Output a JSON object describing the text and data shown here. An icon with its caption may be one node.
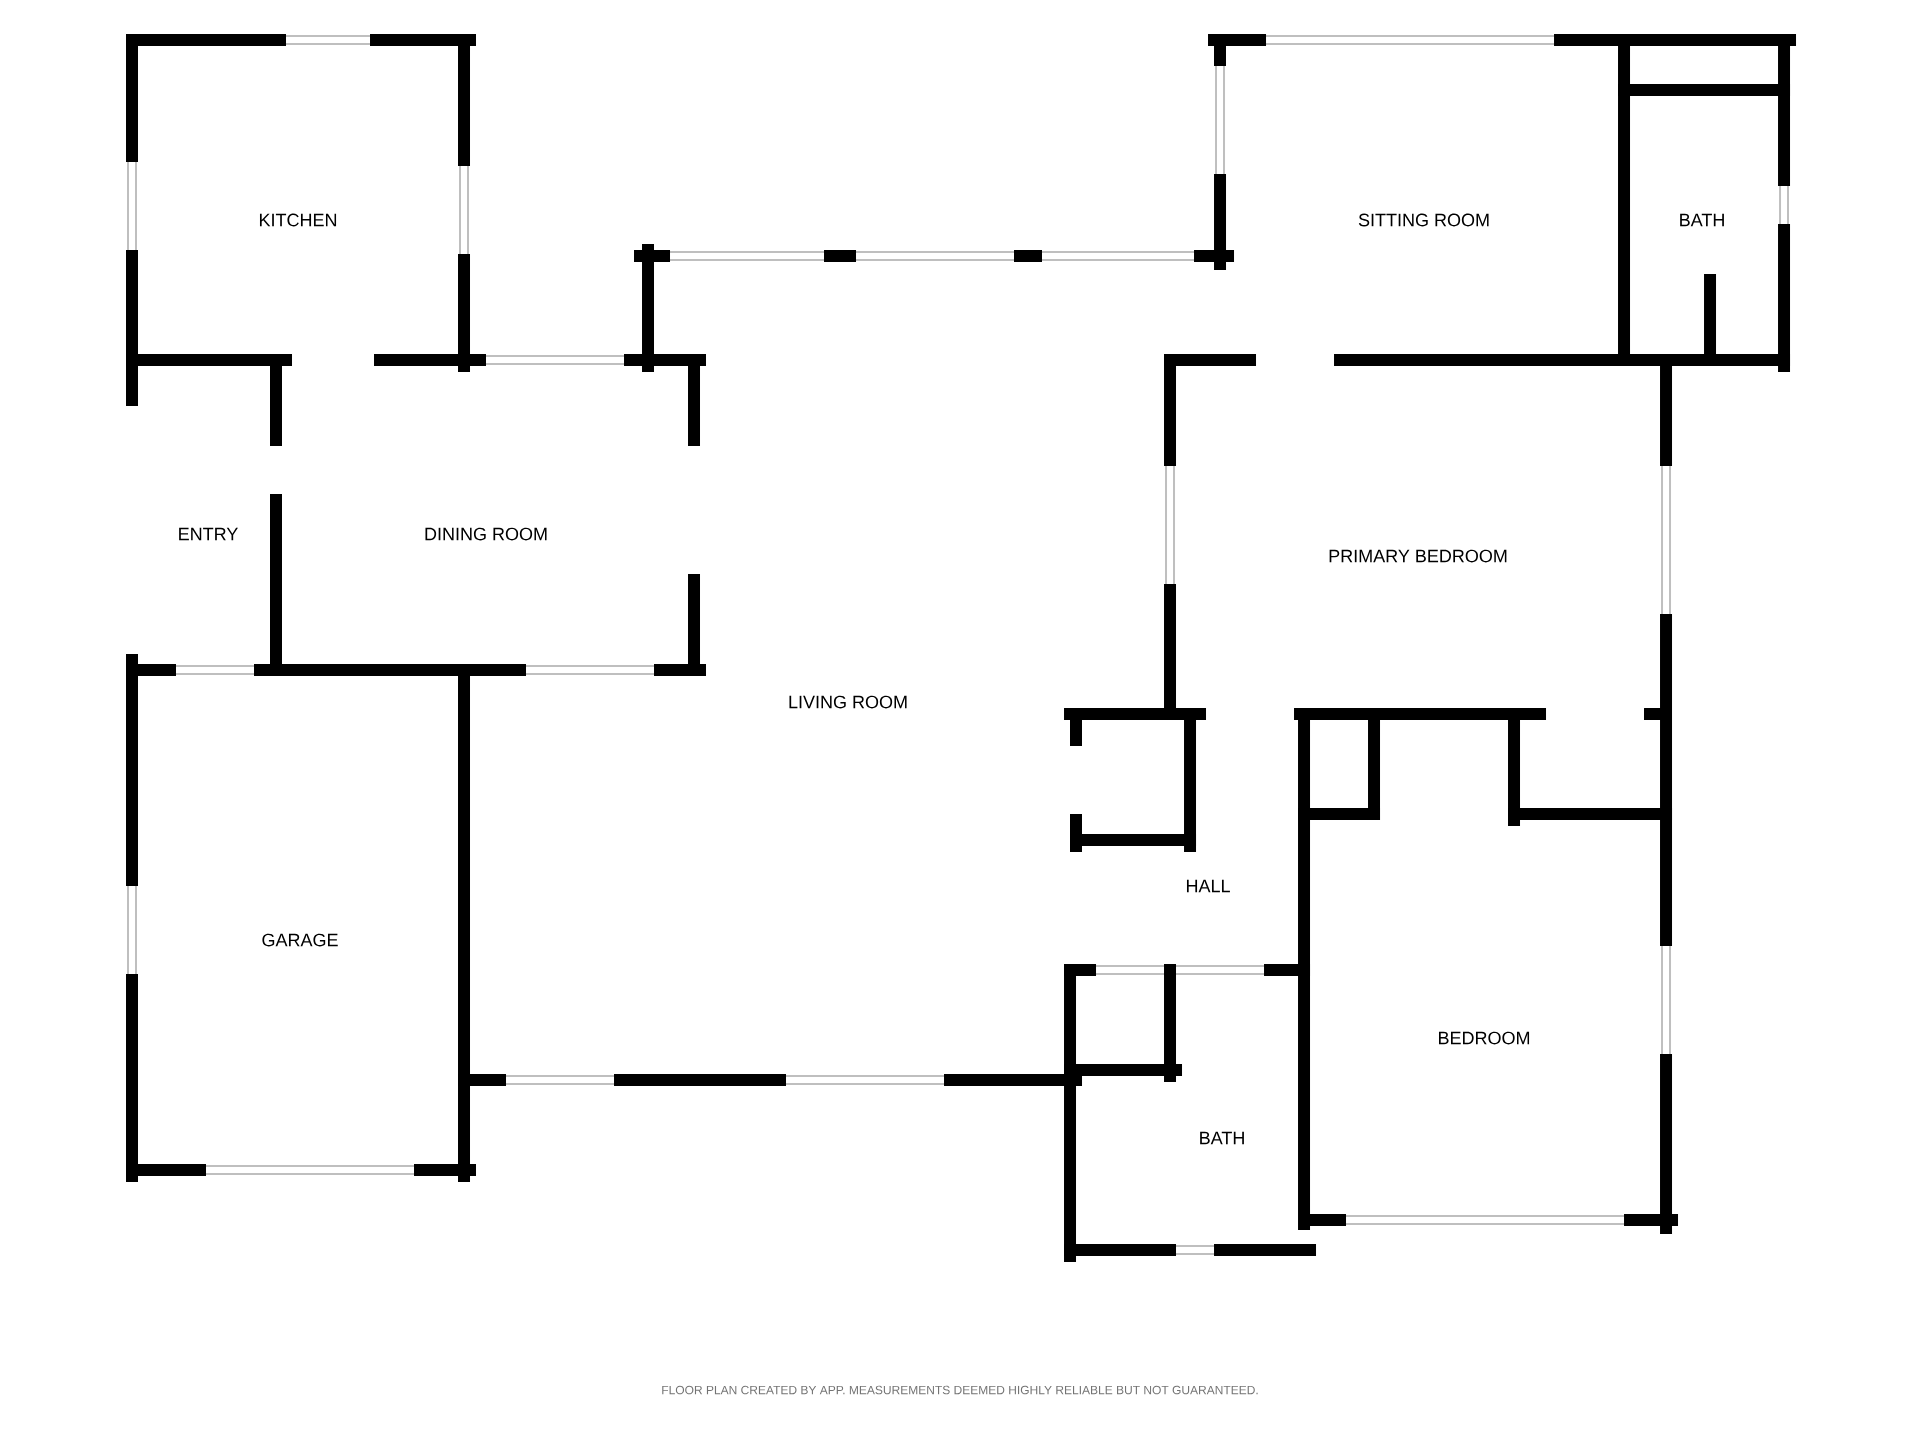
{
  "diagram": {
    "nodes": [
      {
        "text": [
          "KITCHEN"
        ]
      },
      {
        "text": [
          "SITTING ROOM"
        ]
      },
      {
        "text": [
          "BATH"
        ]
      },
      {
        "text": [
          "ENTRY"
        ]
      },
      {
        "text": [
          "DINING ROOM"
        ]
      },
      {
        "text": [
          "PRIMARY BEDROOM"
        ]
      },
      {
        "text": [
          "LIVING ROOM"
        ]
      },
      {
        "text": [
          "HALL"
        ]
      },
      {
        "text": [
          "GARAGE"
        ]
      },
      {
        "text": [
          "BEDROOM"
        ]
      },
      {
        "text": [
          "BATH"
        ]
      }
    ],
    "labels": [
      "FLOOR PLAN CREATED BY APP. MEASUREMENTS DEEMED HIGHLY RELIABLE BUT NOT GUARANTEED."
    ]
  }
}
